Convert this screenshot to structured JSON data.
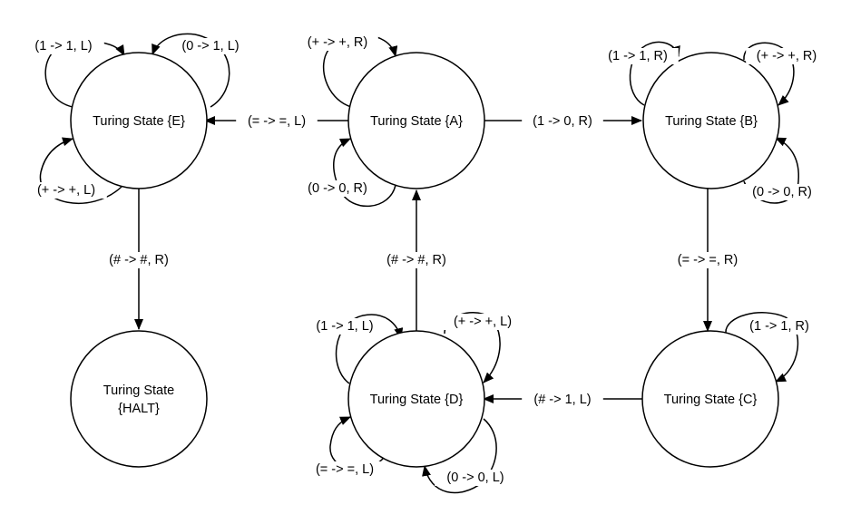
{
  "states": [
    {
      "id": "E",
      "lines": [
        "Turing State {E}"
      ]
    },
    {
      "id": "A",
      "lines": [
        "Turing State {A}"
      ]
    },
    {
      "id": "B",
      "lines": [
        "Turing State {B}"
      ]
    },
    {
      "id": "C",
      "lines": [
        "Turing State {C}"
      ]
    },
    {
      "id": "D",
      "lines": [
        "Turing State {D}"
      ]
    },
    {
      "id": "HALT",
      "lines": [
        "Turing State",
        "{HALT}"
      ]
    }
  ],
  "transitions": [
    {
      "id": "a-to-b",
      "from": "A",
      "to": "B",
      "label": "(1 -> 0, R)"
    },
    {
      "id": "a-to-e",
      "from": "A",
      "to": "E",
      "label": "(= -> =, L)"
    },
    {
      "id": "b-to-c",
      "from": "B",
      "to": "C",
      "label": "(= -> =, R)"
    },
    {
      "id": "c-to-d",
      "from": "C",
      "to": "D",
      "label": "(# -> 1, L)"
    },
    {
      "id": "d-to-a",
      "from": "D",
      "to": "A",
      "label": "(# -> #, R)"
    },
    {
      "id": "e-to-halt",
      "from": "E",
      "to": "HALT",
      "label": "(# -> #, R)"
    },
    {
      "id": "e-loop-1",
      "from": "E",
      "to": "E",
      "label": "(1 -> 1, L)"
    },
    {
      "id": "e-loop-0",
      "from": "E",
      "to": "E",
      "label": "(0 -> 1, L)"
    },
    {
      "id": "e-loop-plus",
      "from": "E",
      "to": "E",
      "label": "(+ -> +, L)"
    },
    {
      "id": "a-loop-plus",
      "from": "A",
      "to": "A",
      "label": "(+ -> +, R)"
    },
    {
      "id": "a-loop-0",
      "from": "A",
      "to": "A",
      "label": "(0 -> 0, R)"
    },
    {
      "id": "b-loop-1",
      "from": "B",
      "to": "B",
      "label": "(1 -> 1, R)"
    },
    {
      "id": "b-loop-plus",
      "from": "B",
      "to": "B",
      "label": "(+ -> +, R)"
    },
    {
      "id": "b-loop-0",
      "from": "B",
      "to": "B",
      "label": "(0 -> 0, R)"
    },
    {
      "id": "c-loop-1",
      "from": "C",
      "to": "C",
      "label": "(1 -> 1, R)"
    },
    {
      "id": "d-loop-1",
      "from": "D",
      "to": "D",
      "label": "(1 -> 1, L)"
    },
    {
      "id": "d-loop-plus",
      "from": "D",
      "to": "D",
      "label": "(+ -> +, L)"
    },
    {
      "id": "d-loop-eq",
      "from": "D",
      "to": "D",
      "label": "(= -> =, L)"
    },
    {
      "id": "d-loop-0",
      "from": "D",
      "to": "D",
      "label": "(0 -> 0, L)"
    }
  ]
}
